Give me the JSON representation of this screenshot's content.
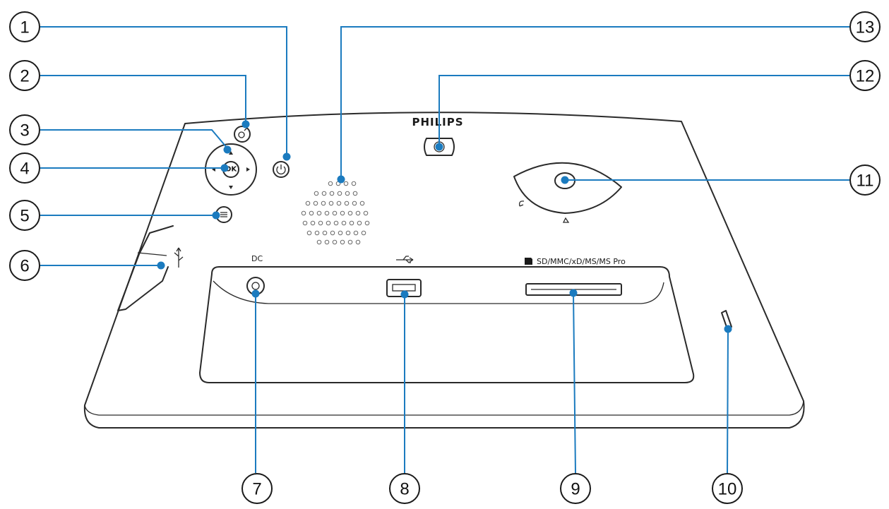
{
  "brand": "PHILIPS",
  "ports": {
    "dc_label": "DC",
    "card_label": "SD/MMC/xD/MS/MS Pro"
  },
  "buttons": {
    "ok_label": "OK"
  },
  "callouts": [
    "1",
    "2",
    "3",
    "4",
    "5",
    "6",
    "7",
    "8",
    "9",
    "10",
    "11",
    "12",
    "13"
  ],
  "colors": {
    "leader": "#1b7bbf",
    "outline": "#2a2a2a"
  },
  "icons": [
    "usb-icon",
    "sd-card-icon",
    "power-icon",
    "arrow-up-icon",
    "arrow-down-icon",
    "arrow-left-icon",
    "arrow-right-icon",
    "menu-icon",
    "slideshow-icon",
    "rotate-icon"
  ]
}
